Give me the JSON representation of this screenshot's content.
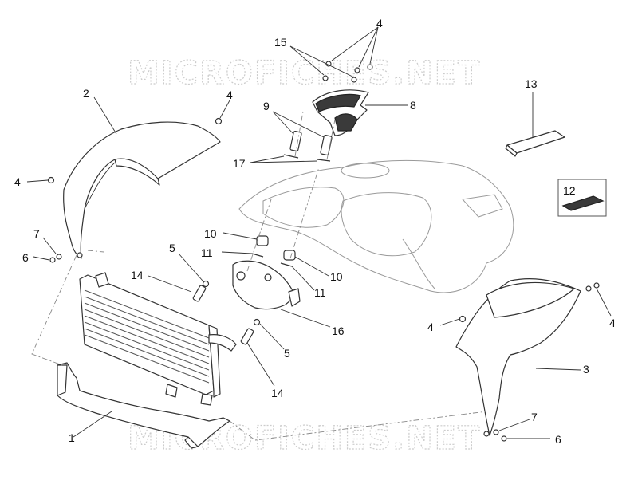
{
  "watermark": {
    "text": "MICROFICHES.NET"
  },
  "callouts": [
    {
      "id": "c1",
      "label": "1"
    },
    {
      "id": "c2",
      "label": "2"
    },
    {
      "id": "c3",
      "label": "3"
    },
    {
      "id": "c4a",
      "label": "4"
    },
    {
      "id": "c4b",
      "label": "4"
    },
    {
      "id": "c4c",
      "label": "4"
    },
    {
      "id": "c4d",
      "label": "4"
    },
    {
      "id": "c4e",
      "label": "4"
    },
    {
      "id": "c5a",
      "label": "5"
    },
    {
      "id": "c5b",
      "label": "5"
    },
    {
      "id": "c6a",
      "label": "6"
    },
    {
      "id": "c6b",
      "label": "6"
    },
    {
      "id": "c7a",
      "label": "7"
    },
    {
      "id": "c7b",
      "label": "7"
    },
    {
      "id": "c8",
      "label": "8"
    },
    {
      "id": "c9",
      "label": "9"
    },
    {
      "id": "c10a",
      "label": "10"
    },
    {
      "id": "c10b",
      "label": "10"
    },
    {
      "id": "c11a",
      "label": "11"
    },
    {
      "id": "c11b",
      "label": "11"
    },
    {
      "id": "c12",
      "label": "12"
    },
    {
      "id": "c13",
      "label": "13"
    },
    {
      "id": "c14a",
      "label": "14"
    },
    {
      "id": "c14b",
      "label": "14"
    },
    {
      "id": "c15",
      "label": "15"
    },
    {
      "id": "c16",
      "label": "16"
    },
    {
      "id": "c17",
      "label": "17"
    }
  ]
}
